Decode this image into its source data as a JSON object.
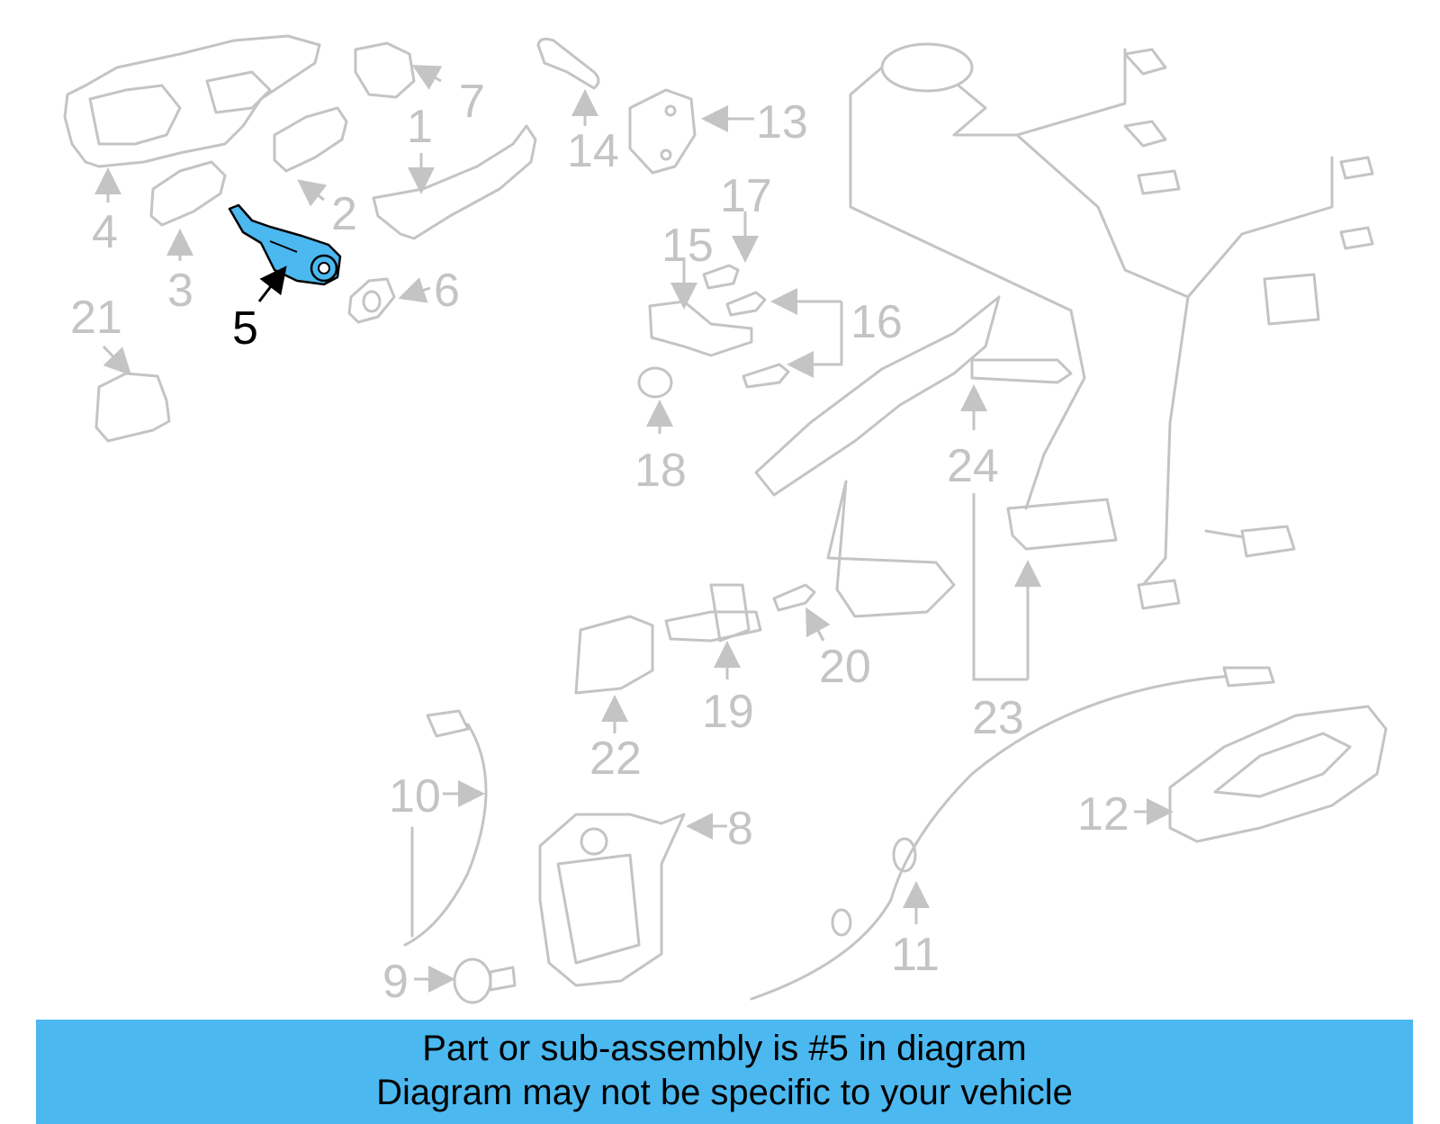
{
  "diagram": {
    "callouts": [
      "1",
      "2",
      "3",
      "4",
      "5",
      "6",
      "7",
      "8",
      "9",
      "10",
      "11",
      "12",
      "13",
      "14",
      "15",
      "16",
      "17",
      "18",
      "19",
      "20",
      "21",
      "22",
      "23",
      "24"
    ],
    "highlighted_part": "5",
    "colors": {
      "highlight_fill": "#4cb8f0",
      "line": "#c4c4c4",
      "highlight_label": "#000000"
    }
  },
  "banner": {
    "line1": "Part or sub-assembly is #5 in diagram",
    "line2": "Diagram may not be specific to your vehicle",
    "background": "#4cb8f0"
  }
}
